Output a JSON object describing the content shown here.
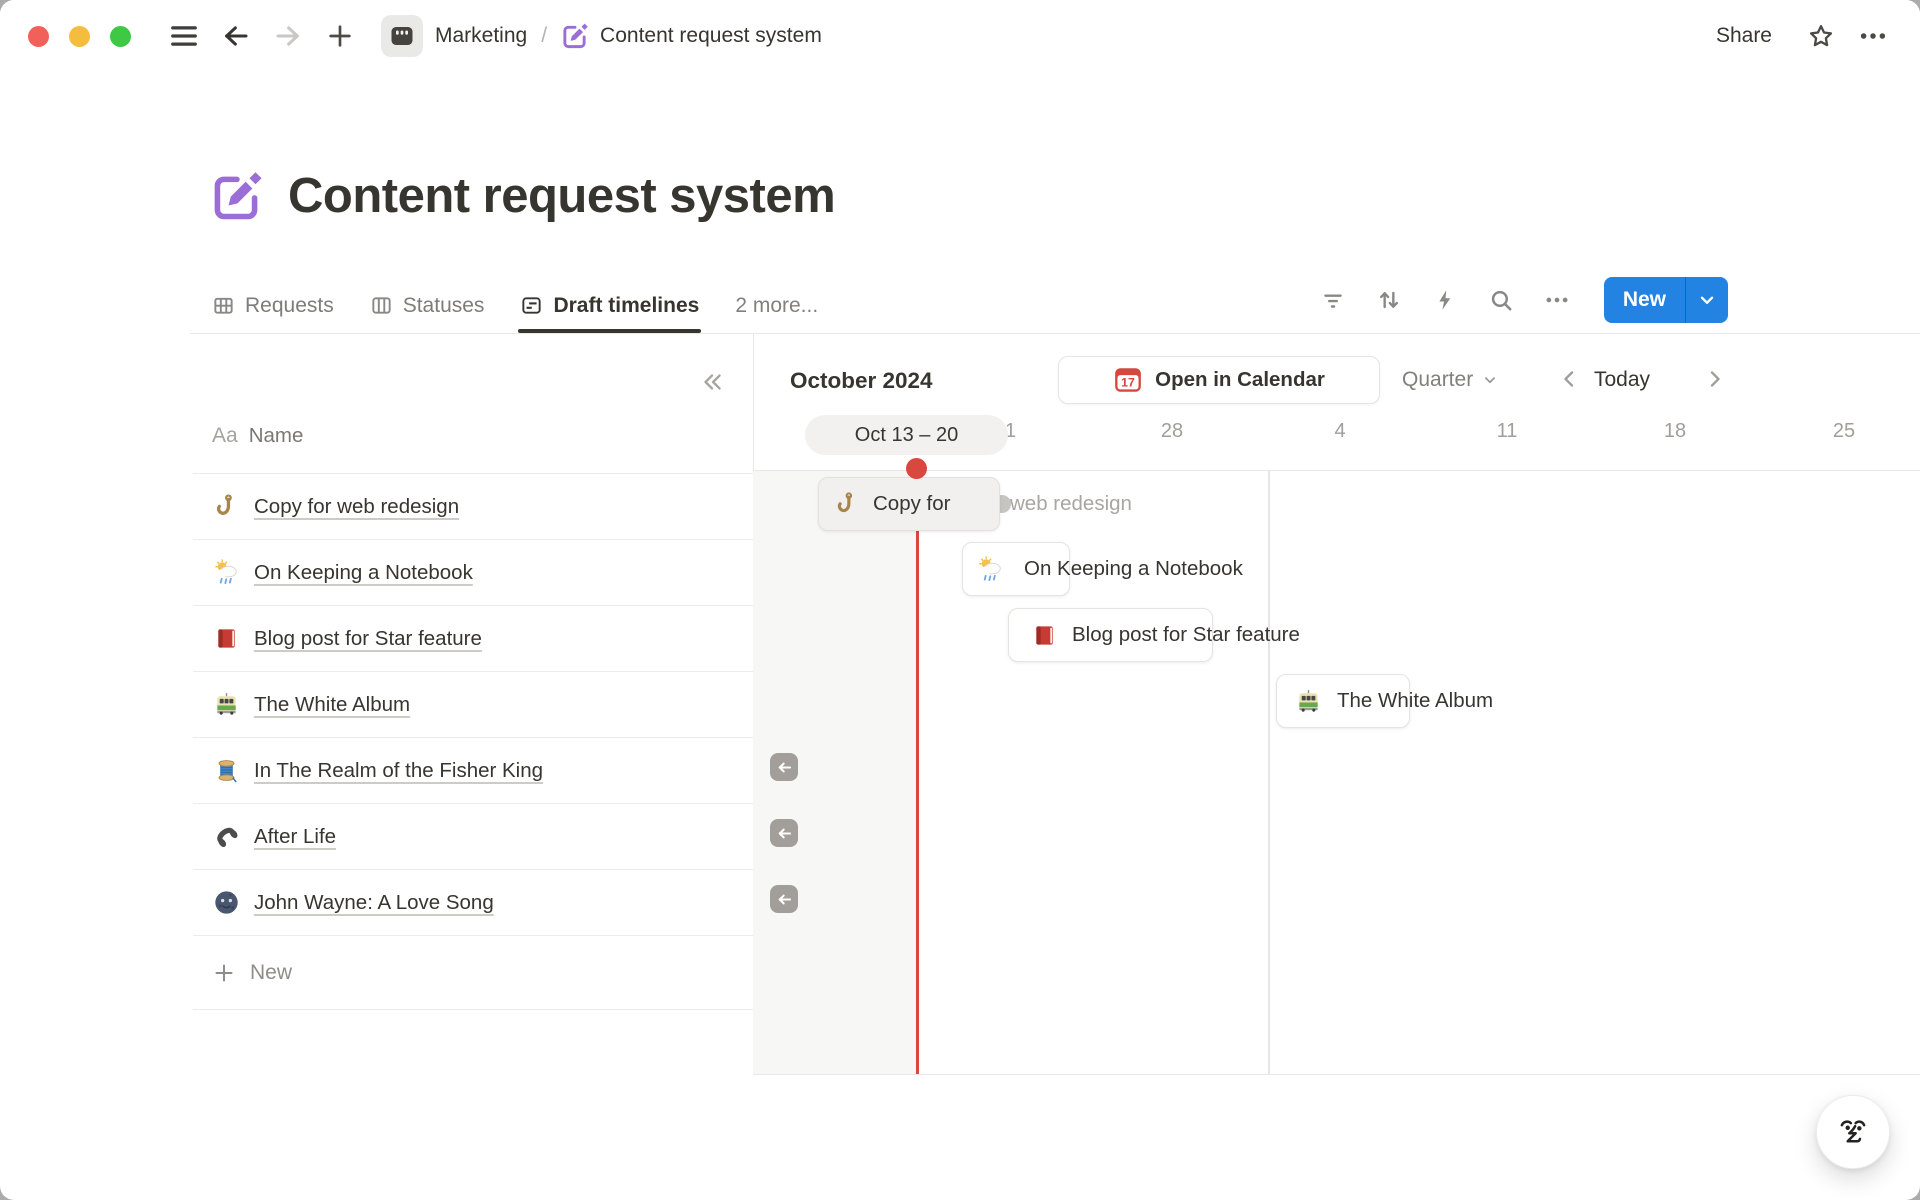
{
  "topbar": {
    "breadcrumb": {
      "workspace_label": "Marketing",
      "separator": "/",
      "page_label": "Content request system"
    },
    "share_label": "Share",
    "icons": [
      "close-button",
      "minimize-button",
      "zoom-button",
      "menu-icon",
      "back-arrow-icon",
      "forward-arrow-icon",
      "plus-icon",
      "workspace-projects-icon",
      "memo-pencil-icon",
      "star-icon",
      "more-icon"
    ]
  },
  "page": {
    "title": "Content request system",
    "icon": "memo-pencil-icon",
    "icon_color": "#9a6dd7"
  },
  "view_tabs": {
    "tabs": [
      {
        "label": "Requests",
        "icon": "table-icon",
        "active": false
      },
      {
        "label": "Statuses",
        "icon": "board-icon",
        "active": false
      },
      {
        "label": "Draft timelines",
        "icon": "timeline-icon",
        "active": true
      }
    ],
    "more_label": "2 more..."
  },
  "view_actions": {
    "icons": [
      "filter-icon",
      "sort-icon",
      "automation-icon",
      "search-icon",
      "more-icon"
    ],
    "new_label": "New",
    "new_color": "#2383e2"
  },
  "table_panel": {
    "collapse_icon": "double-chevron-left-icon",
    "name_property_type": "Aa",
    "name_property_label": "Name",
    "rows": [
      {
        "icon": "hook-icon",
        "title": "Copy for web redesign"
      },
      {
        "icon": "sun-rain-icon",
        "title": "On Keeping a Notebook"
      },
      {
        "icon": "red-book-icon",
        "title": "Blog post for Star feature"
      },
      {
        "icon": "tram-icon",
        "title": "The White Album"
      },
      {
        "icon": "thread-icon",
        "title": "In The Realm of the Fisher King"
      },
      {
        "icon": "phone-icon",
        "title": "After Life"
      },
      {
        "icon": "moon-face-icon",
        "title": "John Wayne: A Love Song"
      }
    ],
    "new_label": "New"
  },
  "timeline": {
    "month_label": "October 2024",
    "open_in_calendar_label": "Open in Calendar",
    "calendar_icon_day": "17",
    "scale_label": "Quarter",
    "today_label": "Today",
    "week_pill_label": "Oct 13 – 20",
    "ticks": [
      "21",
      "28",
      "4",
      "11",
      "18",
      "25"
    ],
    "today_color": "#da473e",
    "bars": [
      {
        "icon": "hook-icon",
        "label_inside": "Copy for",
        "label_overflow": "web redesign"
      },
      {
        "icon": "sun-rain-icon",
        "label": "On Keeping a Notebook"
      },
      {
        "icon": "red-book-icon",
        "label": "Blog post for Star feature"
      },
      {
        "icon": "tram-icon",
        "label": "The White Album"
      }
    ],
    "offscreen_arrows": 3
  },
  "ai_button": {
    "icon": "notion-ai-face-icon"
  }
}
